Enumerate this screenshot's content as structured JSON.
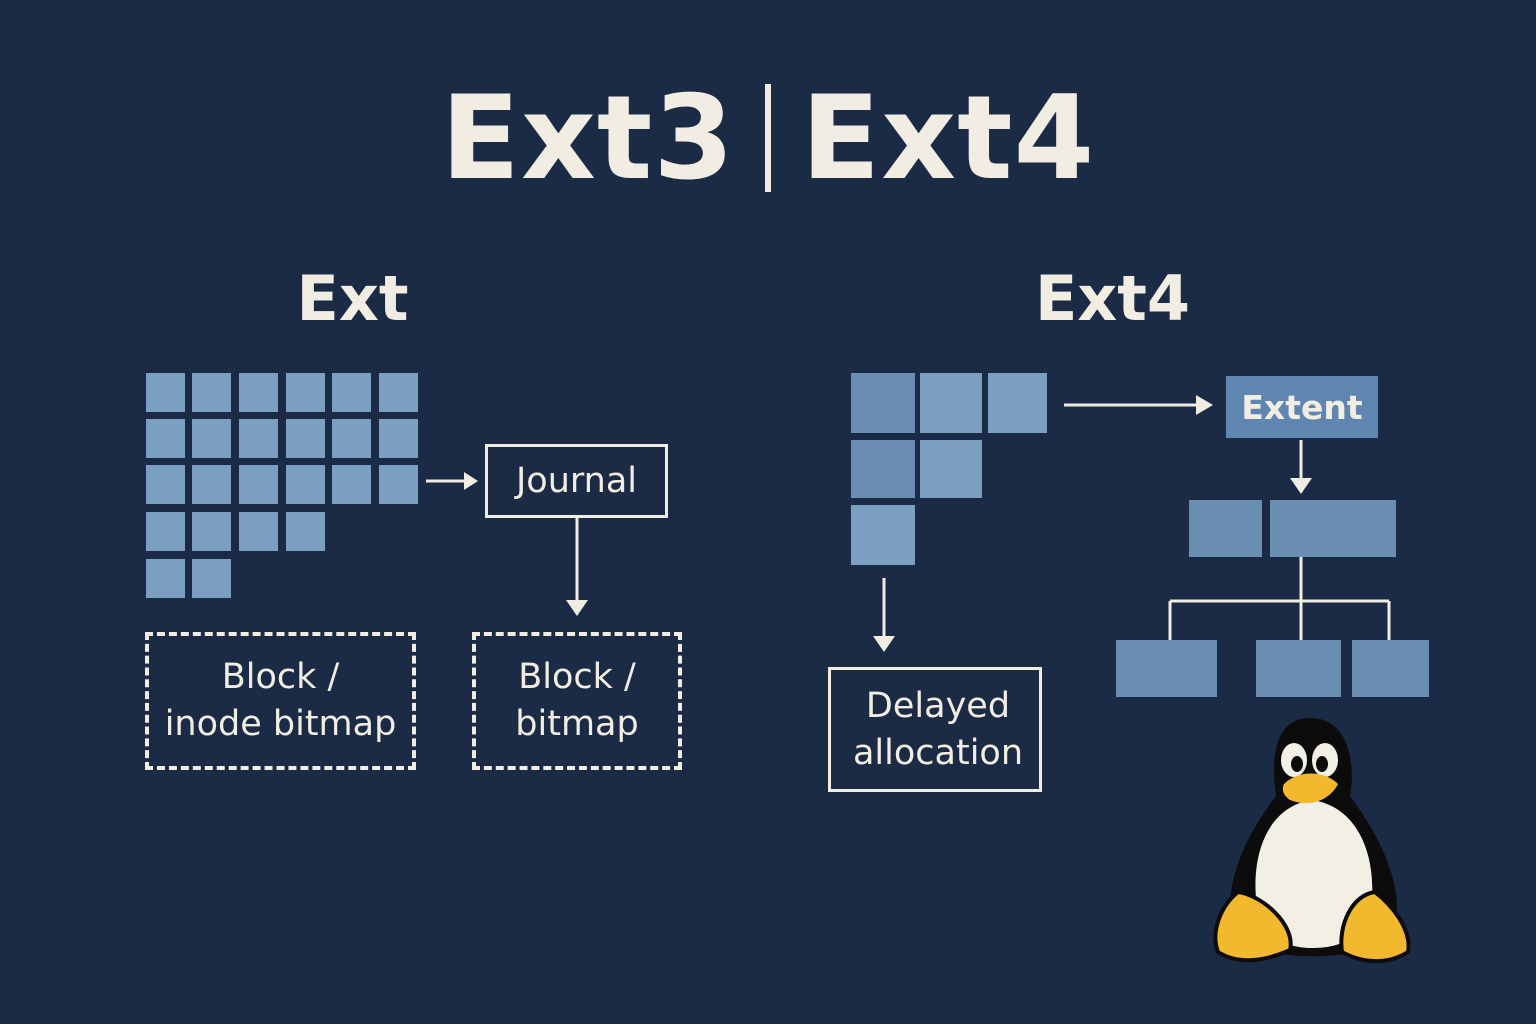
{
  "title": {
    "left": "Ext3",
    "right": "Ext4"
  },
  "left_section": {
    "heading": "Ext",
    "journal_label": "Journal",
    "box_inode_bitmap": "Block /\ninode bitmap",
    "box_bitmap": "Block /\nbitmap"
  },
  "right_section": {
    "heading": "Ext4",
    "extent_label": "Extent",
    "delayed_allocation": "Delayed\nallocation"
  },
  "colors": {
    "background": "#1b2a45",
    "text": "#f1ede2",
    "block": "#7a9fc0",
    "extent": "#5f86b1"
  },
  "icons": {
    "mascot": "linux-tux-penguin-icon"
  }
}
